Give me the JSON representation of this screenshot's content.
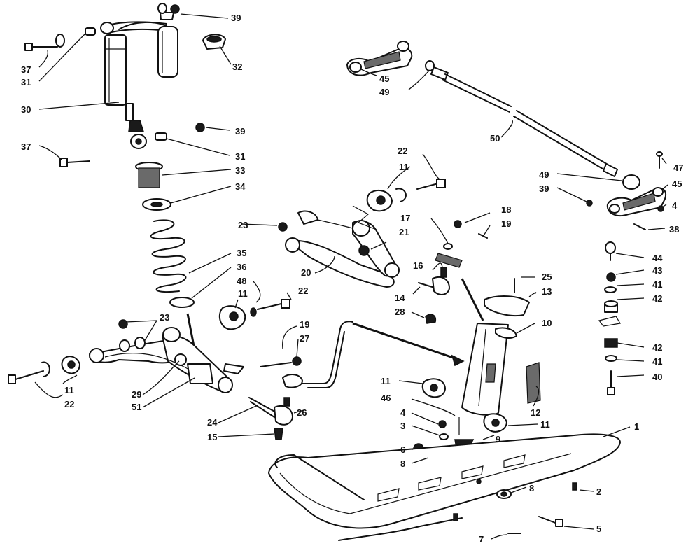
{
  "callouts": [
    {
      "id": "c39a",
      "text": "39"
    },
    {
      "id": "c32",
      "text": "32"
    },
    {
      "id": "c37a",
      "text": "37"
    },
    {
      "id": "c31a",
      "text": "31"
    },
    {
      "id": "c30",
      "text": "30"
    },
    {
      "id": "c39b",
      "text": "39"
    },
    {
      "id": "c37b",
      "text": "37"
    },
    {
      "id": "c31b",
      "text": "31"
    },
    {
      "id": "c33",
      "text": "33"
    },
    {
      "id": "c34",
      "text": "34"
    },
    {
      "id": "c35",
      "text": "35"
    },
    {
      "id": "c36",
      "text": "36"
    },
    {
      "id": "c48",
      "text": "48"
    },
    {
      "id": "c11a",
      "text": "11"
    },
    {
      "id": "c22a",
      "text": "22"
    },
    {
      "id": "c23a",
      "text": "23"
    },
    {
      "id": "c11b",
      "text": "11"
    },
    {
      "id": "c22b",
      "text": "22"
    },
    {
      "id": "c29",
      "text": "29"
    },
    {
      "id": "c51",
      "text": "51"
    },
    {
      "id": "c24",
      "text": "24"
    },
    {
      "id": "c15",
      "text": "15"
    },
    {
      "id": "c26",
      "text": "26"
    },
    {
      "id": "c19a",
      "text": "19"
    },
    {
      "id": "c27",
      "text": "27"
    },
    {
      "id": "c23b",
      "text": "23"
    },
    {
      "id": "c20",
      "text": "20"
    },
    {
      "id": "c22c",
      "text": "22"
    },
    {
      "id": "c11c",
      "text": "11"
    },
    {
      "id": "c17",
      "text": "17"
    },
    {
      "id": "c18",
      "text": "18"
    },
    {
      "id": "c19b",
      "text": "19"
    },
    {
      "id": "c21",
      "text": "21"
    },
    {
      "id": "c16",
      "text": "16"
    },
    {
      "id": "c14",
      "text": "14"
    },
    {
      "id": "c28",
      "text": "28"
    },
    {
      "id": "c25",
      "text": "25"
    },
    {
      "id": "c13",
      "text": "13"
    },
    {
      "id": "c10",
      "text": "10"
    },
    {
      "id": "c12",
      "text": "12"
    },
    {
      "id": "c11d",
      "text": "11"
    },
    {
      "id": "c46",
      "text": "46"
    },
    {
      "id": "c4a",
      "text": "4"
    },
    {
      "id": "c3",
      "text": "3"
    },
    {
      "id": "c6",
      "text": "6"
    },
    {
      "id": "c8a",
      "text": "8"
    },
    {
      "id": "c9",
      "text": "9"
    },
    {
      "id": "c11e",
      "text": "11"
    },
    {
      "id": "c1",
      "text": "1"
    },
    {
      "id": "c8b",
      "text": "8"
    },
    {
      "id": "c2",
      "text": "2"
    },
    {
      "id": "c5",
      "text": "5"
    },
    {
      "id": "c7",
      "text": "7"
    },
    {
      "id": "c45a",
      "text": "45"
    },
    {
      "id": "c49a",
      "text": "49"
    },
    {
      "id": "c50",
      "text": "50"
    },
    {
      "id": "c47",
      "text": "47"
    },
    {
      "id": "c49b",
      "text": "49"
    },
    {
      "id": "c45b",
      "text": "45"
    },
    {
      "id": "c39c",
      "text": "39"
    },
    {
      "id": "c4b",
      "text": "4"
    },
    {
      "id": "c38",
      "text": "38"
    },
    {
      "id": "c44",
      "text": "44"
    },
    {
      "id": "c43",
      "text": "43"
    },
    {
      "id": "c41a",
      "text": "41"
    },
    {
      "id": "c42a",
      "text": "42"
    },
    {
      "id": "c42b",
      "text": "42"
    },
    {
      "id": "c41b",
      "text": "41"
    },
    {
      "id": "c40",
      "text": "40"
    }
  ]
}
